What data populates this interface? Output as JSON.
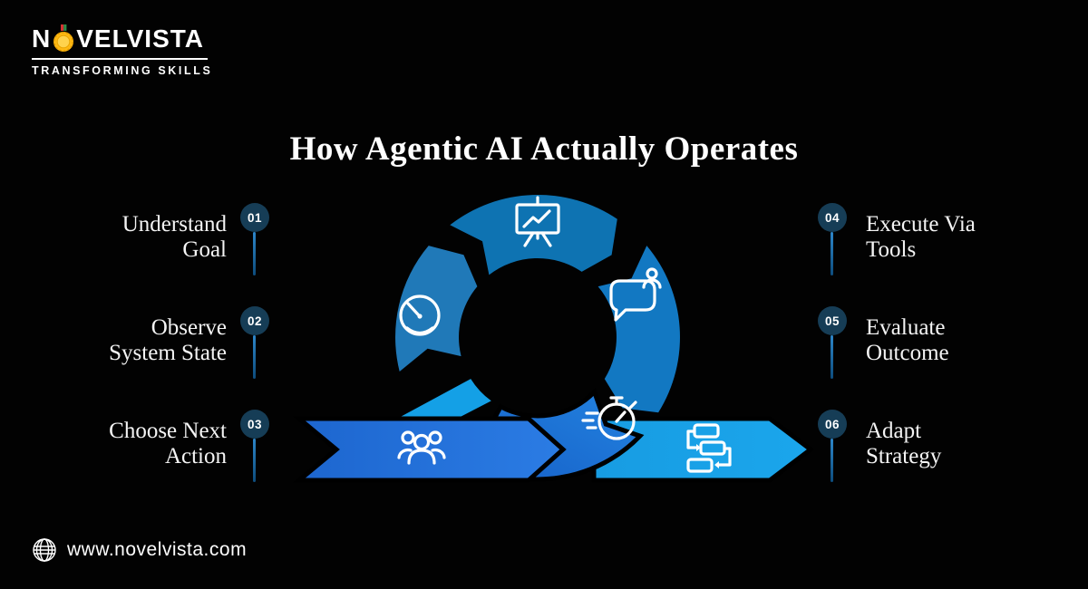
{
  "logo": {
    "brand_prefix": "N",
    "brand_suffix": "VELVISTA",
    "tagline": "TRANSFORMING SKILLS",
    "medal_color": "#ffc20e"
  },
  "title": {
    "text": "How Agentic AI Actually Operates"
  },
  "steps": {
    "left": [
      {
        "num": "01",
        "line1": "Understand",
        "line2": "Goal"
      },
      {
        "num": "02",
        "line1": "Observe",
        "line2": "System State"
      },
      {
        "num": "03",
        "line1": "Choose Next",
        "line2": "Action"
      }
    ],
    "right": [
      {
        "num": "04",
        "line1": "Execute Via",
        "line2": "Tools"
      },
      {
        "num": "05",
        "line1": "Evaluate",
        "line2": "Outcome"
      },
      {
        "num": "06",
        "line1": "Adapt",
        "line2": "Strategy"
      }
    ]
  },
  "diagram": {
    "type": "loop-cycle-with-through-arrow",
    "icons": [
      "presentation-chart-icon",
      "chat-user-icon",
      "gauge-icon",
      "stopwatch-icon",
      "team-icon",
      "workflow-icon"
    ],
    "colors": {
      "segment_top": "#0e73b2",
      "segment_right": "#1278c2",
      "segment_left": "#2079b8",
      "segment_stopwatch_start": "#1660c8",
      "segment_stopwatch_end": "#2383e0",
      "piece_cyan": "#14a0e6",
      "band_left_start": "#1d66cf",
      "band_left_end": "#2b7ce4",
      "band_right": "#189fe3",
      "outline": "#000000",
      "badge": "#163d56"
    }
  },
  "footer": {
    "url": "www.novelvista.com"
  },
  "background": "#000000"
}
